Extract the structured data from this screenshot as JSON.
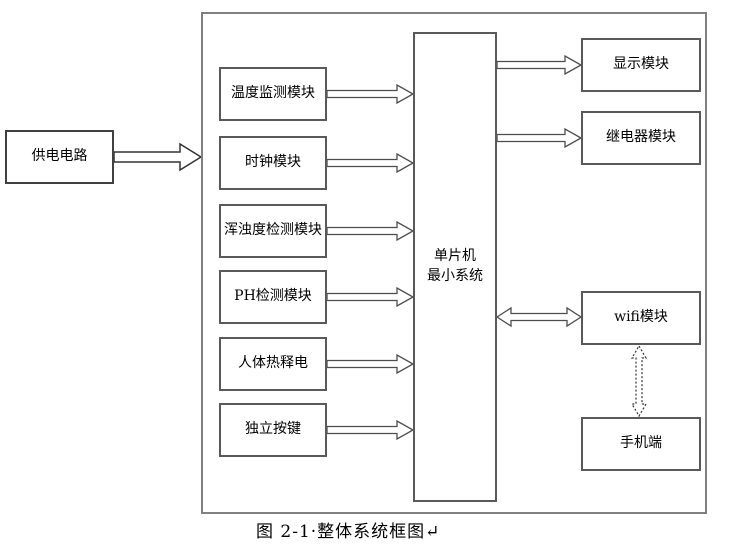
{
  "diagram": {
    "caption": "图 2-1·整体系统框图↵",
    "power": {
      "label": "供电电路"
    },
    "mcu": {
      "line1": "单片机",
      "line2": "最小系统"
    },
    "left_modules": [
      {
        "label": "温度监测模块"
      },
      {
        "label": "时钟模块"
      },
      {
        "label": "浑浊度检测模块"
      },
      {
        "label": "PH检测模块"
      },
      {
        "label": "人体热释电"
      },
      {
        "label": "独立按键"
      }
    ],
    "right_modules": [
      {
        "label": "显示模块"
      },
      {
        "label": "继电器模块"
      },
      {
        "label": "wifi模块"
      },
      {
        "label": "手机端"
      }
    ],
    "colors": {
      "background": "#ffffff",
      "outer_border": "#808080",
      "box_border": "#595959",
      "arrow_stroke": "#4d4d4d",
      "text": "#000000"
    }
  }
}
